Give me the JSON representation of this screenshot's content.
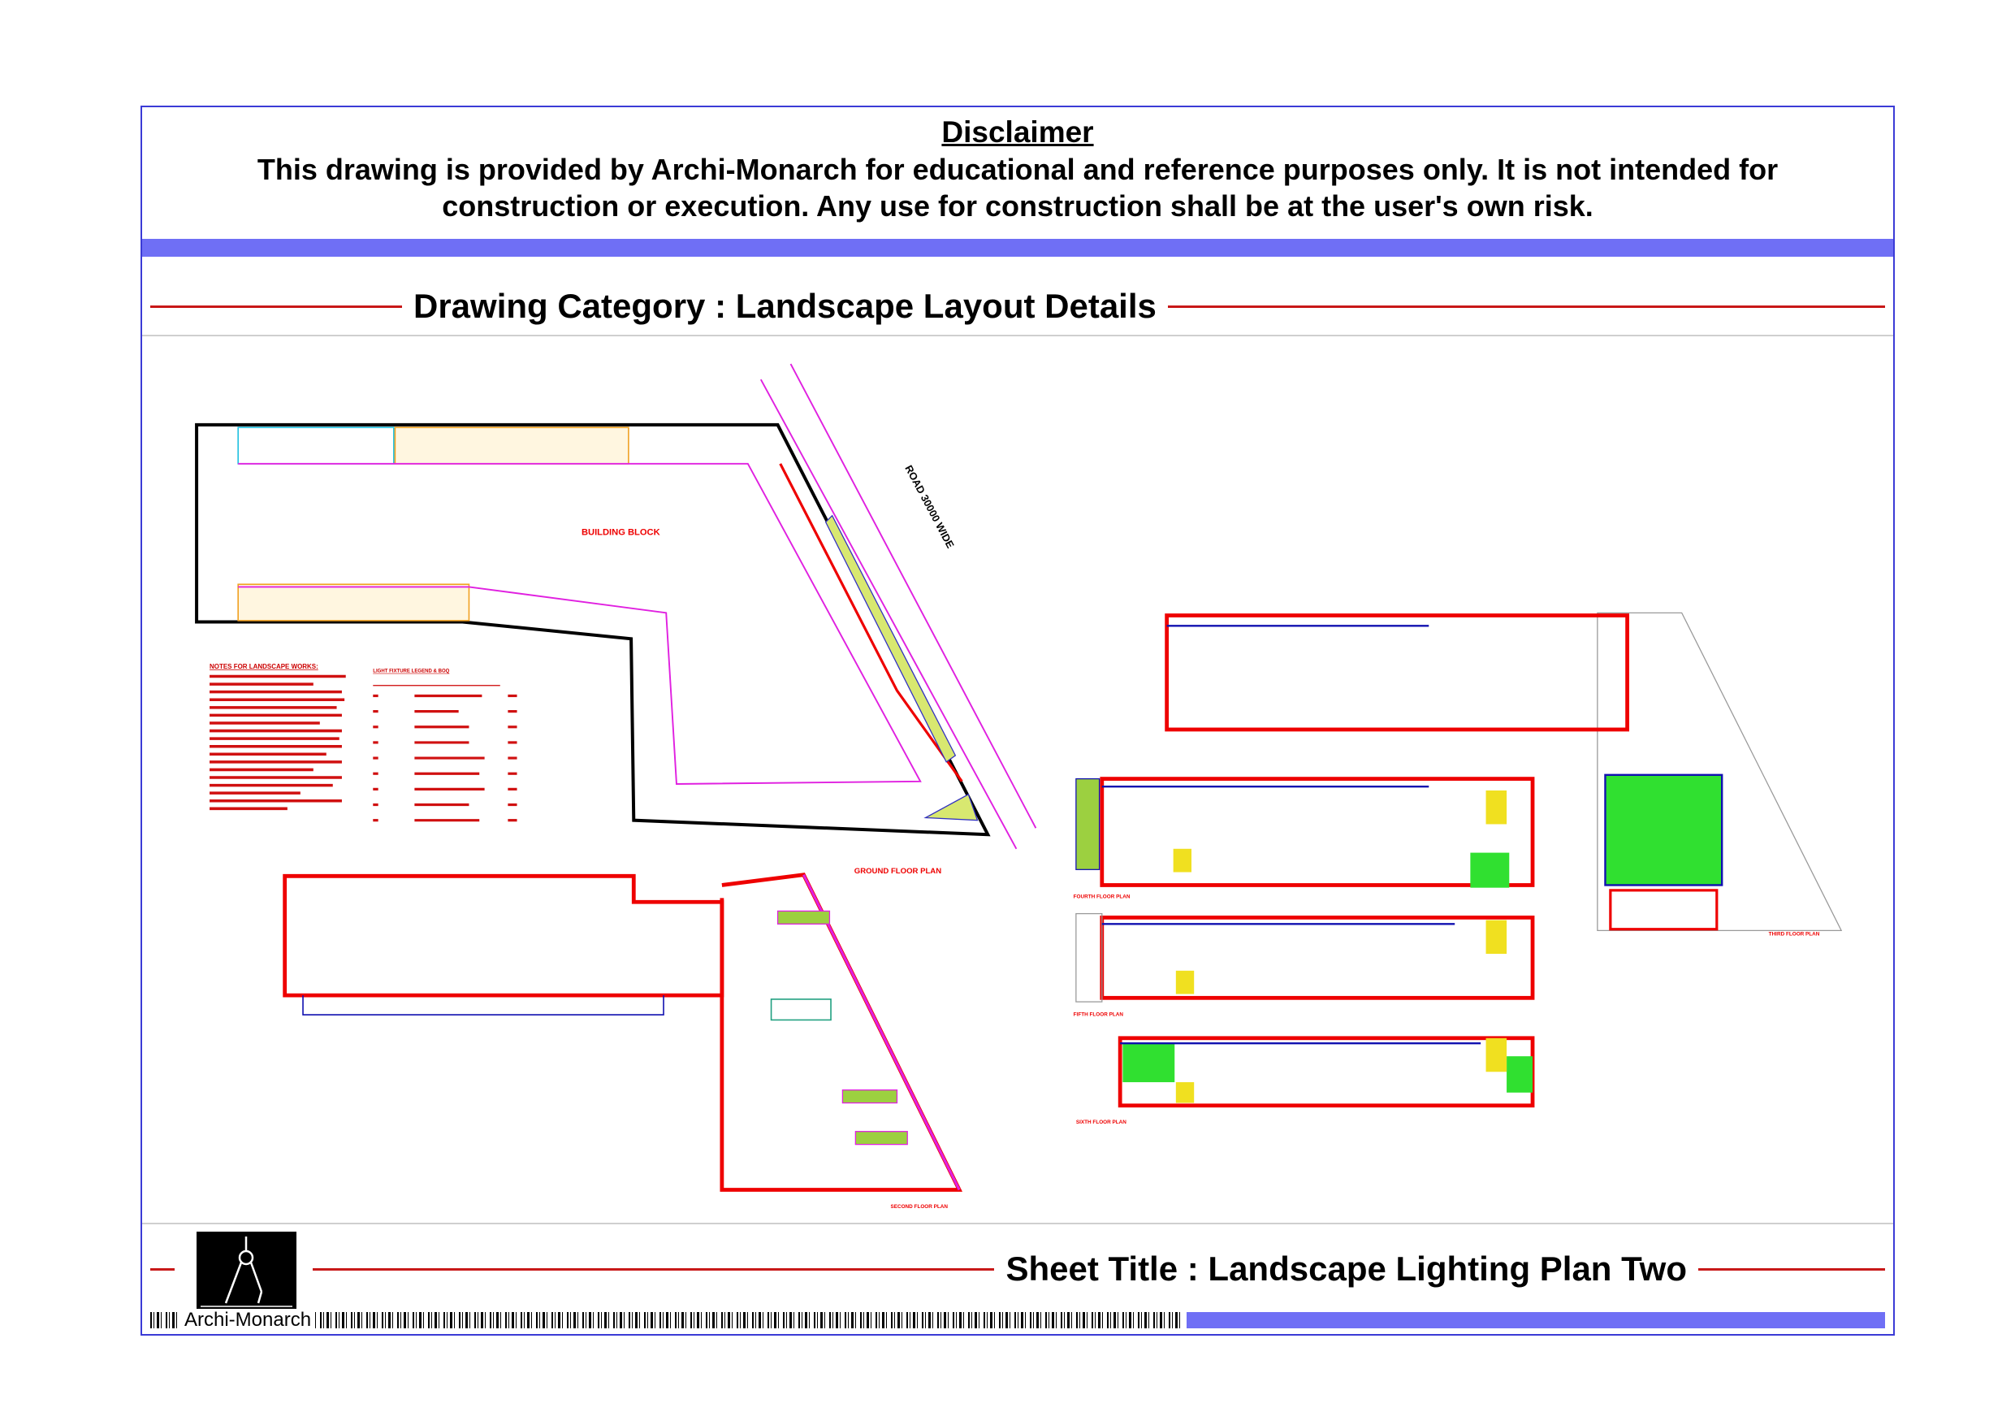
{
  "disclaimer": {
    "title": "Disclaimer",
    "body": "This drawing is provided by Archi-Monarch for educational and reference purposes only. It is not intended for construction or execution. Any use for construction shall be at the user's own risk."
  },
  "category": {
    "label": "Drawing Category : Landscape Layout Details"
  },
  "drawing": {
    "site": {
      "building_label": "BUILDING BLOCK",
      "road_label": "ROAD 30000 WIDE"
    },
    "notes_title": "NOTES FOR LANDSCAPE WORKS:",
    "legend_title": "LIGHT FIXTURE LEGEND & BOQ",
    "plans": {
      "ground": "GROUND FLOOR PLAN",
      "second": "SECOND FLOOR PLAN",
      "third": "THIRD FLOOR PLAN",
      "fourth": "FOURTH FLOOR PLAN",
      "fifth": "FIFTH FLOOR PLAN",
      "sixth": "SIXTH FLOOR PLAN"
    }
  },
  "footer": {
    "brand": "Archi-Monarch",
    "sheet_title": "Sheet Title : Landscape Lighting Plan Two"
  },
  "colors": {
    "frame": "#3b3bd6",
    "band": "#6f6ff5",
    "accent_red": "#c81818"
  }
}
